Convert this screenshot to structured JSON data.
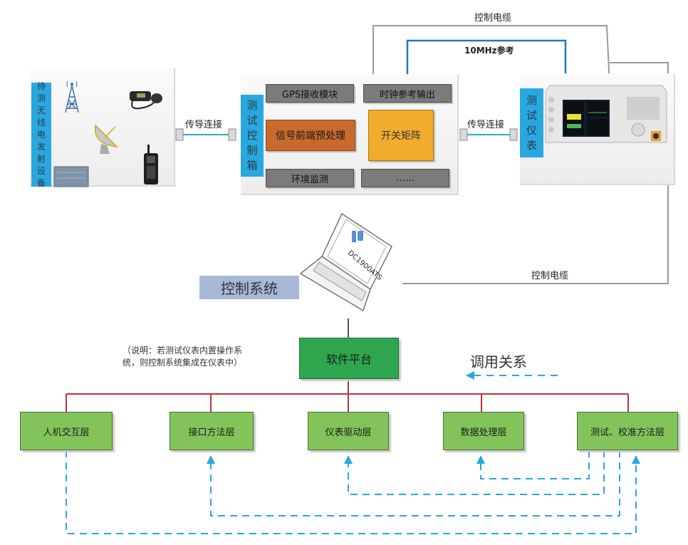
{
  "diagram": {
    "devices_under_test": {
      "label": "待测无线电发射设备",
      "label_chars": [
        "待",
        "测",
        "无",
        "线",
        "电",
        "发",
        "射",
        "设",
        "备"
      ],
      "icons": [
        "antenna-tower-icon",
        "car-radio-icon",
        "satellite-dish-icon",
        "handheld-radio-icon",
        "rack-unit-icon"
      ]
    },
    "conduction_link_left": "传导连接",
    "conduction_link_right": "传导连接",
    "test_control_box": {
      "label": "测试控制箱",
      "label_chars": [
        "测",
        "试",
        "控",
        "制",
        "箱"
      ],
      "modules": {
        "gps": "GPS接收模块",
        "clock_ref": "时钟参考输出",
        "signal_preprocess": "信号前端预处理",
        "switch_matrix": "开关矩阵",
        "env_monitor": "环境监测",
        "more": "……"
      }
    },
    "test_instrument": {
      "label": "测试仪表",
      "label_chars": [
        "测",
        "试",
        "仪",
        "表"
      ]
    },
    "control_cable_top": "控制电缆",
    "ref_10mhz": "10MHz参考",
    "control_cable_bottom": "控制电缆",
    "laptop_screen_text": "DC1900ATS",
    "control_system": "控制系统",
    "note": {
      "line1": "（说明：若测试仪表内置操作系",
      "line2": "统，则控制系统集成在仪表中）"
    },
    "software_platform": "软件平台",
    "legend": {
      "label": "调用关系"
    },
    "layers": [
      "人机交互层",
      "接口方法层",
      "仪表驱动层",
      "数据处理层",
      "测试、校准方法层"
    ],
    "colors": {
      "accent_blue": "#29a8df",
      "ref_line_blue": "#1f77c4",
      "tree_red": "#c0323c",
      "layer_green": "#82c45a",
      "platform_green": "#2ea64d",
      "switch_orange": "#f1ac2e",
      "preprocess_orange": "#c86a2c",
      "cable_gray": "#9a9a9a"
    }
  }
}
